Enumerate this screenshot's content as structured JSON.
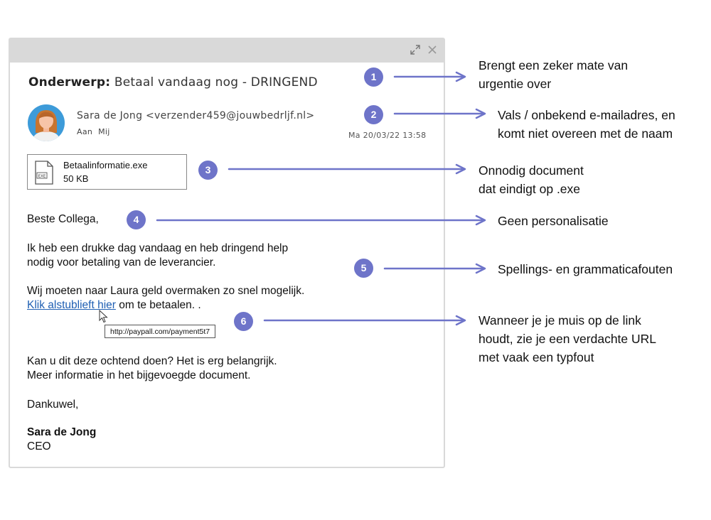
{
  "email": {
    "subject_label": "Onderwerp:",
    "subject": "Betaal vandaag nog - DRINGEND",
    "sender": "Sara de Jong <verzender459@jouwbedrljf.nl>",
    "to_label": "Aan",
    "to_value": "Mij",
    "date": "Ma 20/03/22 13:58",
    "attachment": {
      "name": "Betaalinformatie.exe",
      "size": "50 KB",
      "icon_text": "EXE"
    },
    "greeting": "Beste Collega,",
    "para1_line1": "Ik heb een drukke dag vandaag en heb dringend help",
    "para1_line2": "nodig voor betaling van de leverancier.",
    "para2_line1": "Wij moeten naar Laura geld overmaken zo snel mogelijk.",
    "link_text": "Klik alstublieft hier",
    "link_after": " om te betaalen. .",
    "tooltip_url": "http://paypall.com/payment5t7",
    "para3_line1": "Kan u dit deze ochtend doen? Het is erg belangrijk.",
    "para3_line2": "Meer informatie in het bijgevoegde document.",
    "closing": "Dankuwel,",
    "signature_name": "Sara de Jong",
    "signature_title": "CEO"
  },
  "annotations": [
    {
      "number": "1",
      "line1": "Brengt een zeker mate van",
      "line2": "urgentie over"
    },
    {
      "number": "2",
      "line1": "Vals / onbekend e-mailadres, en",
      "line2": "komt niet overeen met de naam"
    },
    {
      "number": "3",
      "line1": "Onnodig document",
      "line2": "dat eindigt op .exe"
    },
    {
      "number": "4",
      "line1": "Geen personalisatie"
    },
    {
      "number": "5",
      "line1": "Spellings- en grammaticafouten"
    },
    {
      "number": "6",
      "line1": "Wanneer je je muis op de link",
      "line2": "houdt, zie je een verdachte URL",
      "line3": "met vaak een typfout"
    }
  ],
  "colors": {
    "accent": "#6e74c9",
    "link": "#1f5fb3",
    "titlebar": "#d9d9d9"
  },
  "icons": [
    "expand-icon",
    "close-icon",
    "avatar",
    "exe-file-icon",
    "mouse-cursor-icon",
    "arrow-icon"
  ]
}
